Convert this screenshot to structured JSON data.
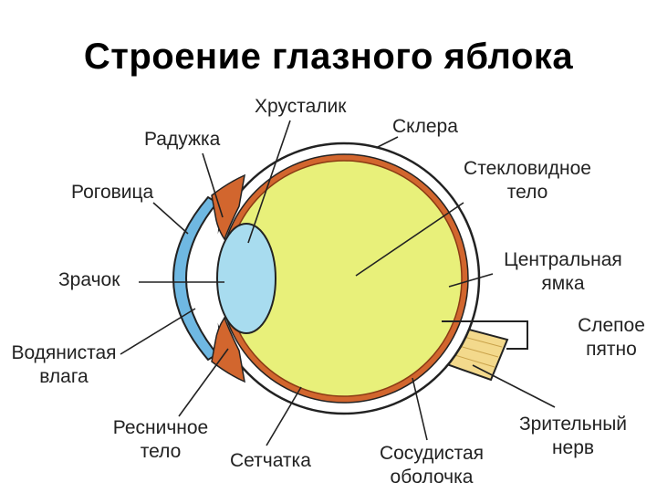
{
  "title": "Строение глазного яблока",
  "labels": {
    "lens": "Хрусталик",
    "iris": "Радужка",
    "sclera": "Склера",
    "cornea": "Роговица",
    "vitreous_line1": "Стекловидное",
    "vitreous_line2": "тело",
    "fovea_line1": "Центральная",
    "fovea_line2": "ямка",
    "pupil": "Зрачок",
    "blind_spot_line1": "Слепое",
    "blind_spot_line2": "пятно",
    "aqueous_line1": "Водянистая",
    "aqueous_line2": "влага",
    "optic_nerve_line1": "Зрительный",
    "optic_nerve_line2": "нерв",
    "ciliary_line1": "Ресничное",
    "ciliary_line2": "тело",
    "retina": "Сетчатка",
    "choroid_line1": "Сосудистая",
    "choroid_line2": "оболочка"
  },
  "colors": {
    "vitreous": "#e8f07a",
    "lens": "#a8dcef",
    "cornea": "#6fb8e2",
    "choroid": "#d2662e",
    "optic_nerve": "#f3d98c",
    "outline": "#222222"
  }
}
